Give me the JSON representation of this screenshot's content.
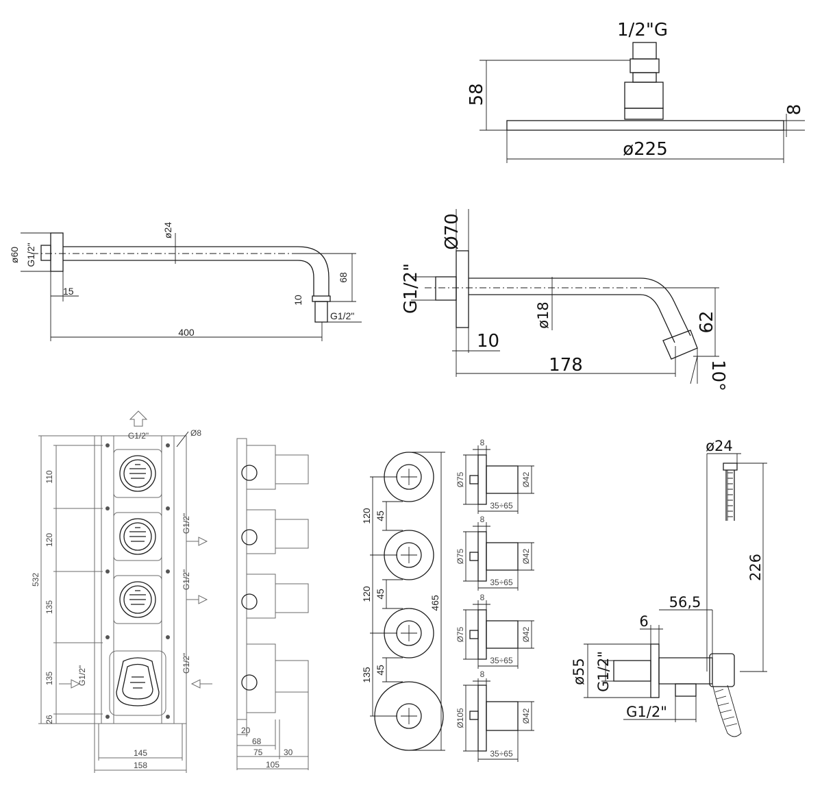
{
  "shower_head": {
    "connection": "1/2\"G",
    "height": "58",
    "thickness": "8",
    "diameter": "ø225"
  },
  "shower_arm": {
    "flange_diameter": "ø60",
    "connection_left": "G1/2\"",
    "pipe_diameter": "ø24",
    "flange_depth": "15",
    "drop": "68",
    "outlet_length": "10",
    "connection_right": "G1/2\"",
    "length": "400"
  },
  "spout": {
    "flange_diameter": "Ø70",
    "connection": "G1/2\"",
    "pipe_diameter": "ø18",
    "flange_depth": "10",
    "length": "178",
    "drop": "62",
    "angle": "10°"
  },
  "valve_body": {
    "outlet_top": "G1/2\"",
    "screw_diameter": "Ø8",
    "total_height": "532",
    "spacing_1": "110",
    "spacing_2": "120",
    "spacing_3": "135",
    "spacing_4": "135",
    "bottom_offset": "26",
    "outlet_right_1": "G1/2\"",
    "outlet_right_2": "G1/2\"",
    "outlet_right_3": "G1/2\"",
    "inlet_left": "G1/2\"",
    "inner_width": "145",
    "outer_width": "158"
  },
  "valve_side": {
    "depth_1": "20",
    "depth_2": "68",
    "depth_3": "75",
    "depth_4": "30",
    "depth_total": "105"
  },
  "faceplate": {
    "pitch_1": "120",
    "pitch_2": "120",
    "pitch_3": "135",
    "gap_1": "45",
    "gap_2": "45",
    "gap_3": "45",
    "total_height": "465"
  },
  "handles": [
    {
      "plate": "Ø75",
      "knob": "Ø42",
      "depth": "8",
      "range": "35÷65"
    },
    {
      "plate": "Ø75",
      "knob": "Ø42",
      "depth": "8",
      "range": "35÷65"
    },
    {
      "plate": "Ø75",
      "knob": "Ø42",
      "depth": "8",
      "range": "35÷65"
    },
    {
      "plate": "Ø105",
      "knob": "Ø42",
      "depth": "8",
      "range": "35÷65"
    }
  ],
  "hand_shower": {
    "handle_diameter": "ø24",
    "length": "226",
    "projection": "56,5",
    "flange_depth": "6",
    "flange_diameter": "ø55",
    "connection_inlet": "G1/2\"",
    "connection_outlet": "G1/2\""
  }
}
